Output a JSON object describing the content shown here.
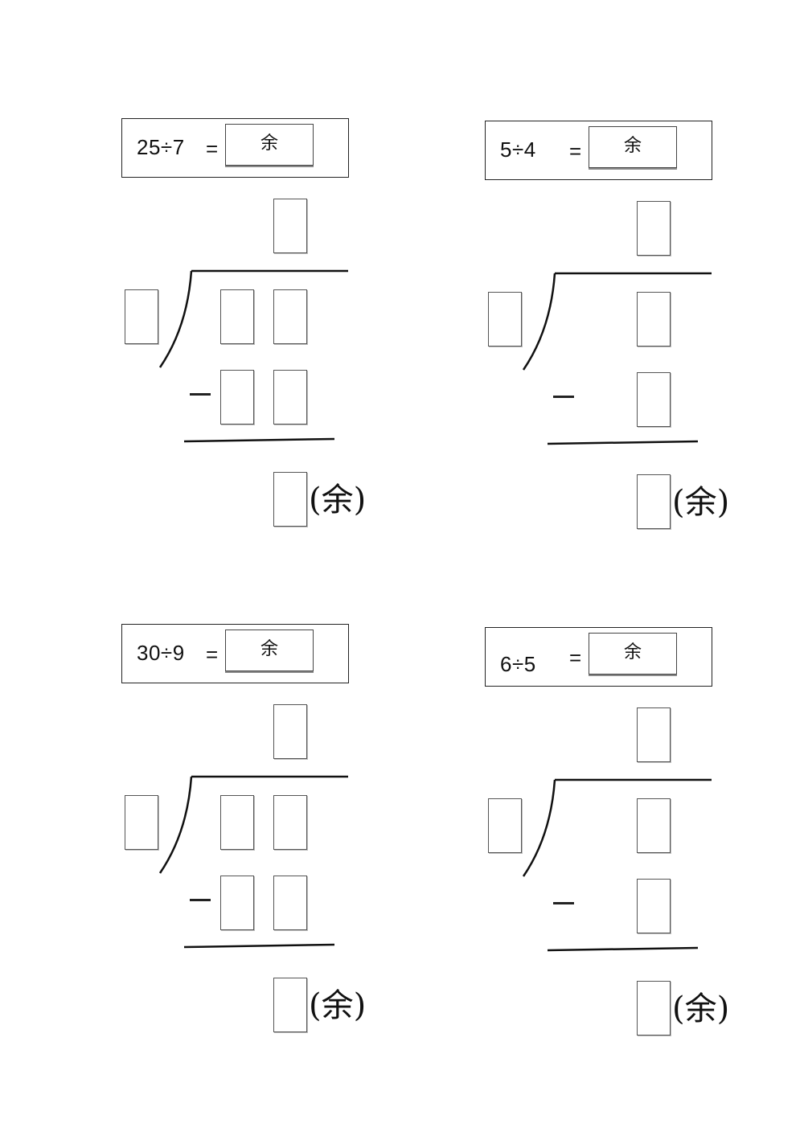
{
  "answer_label": "余",
  "remainder_label": "(余)",
  "minus_sign": "−",
  "problems": [
    {
      "expression": "25÷7",
      "equals": "="
    },
    {
      "expression": "5÷4",
      "equals": "="
    },
    {
      "expression": "30÷9",
      "equals": "="
    },
    {
      "expression": "6÷5",
      "equals": "="
    }
  ]
}
